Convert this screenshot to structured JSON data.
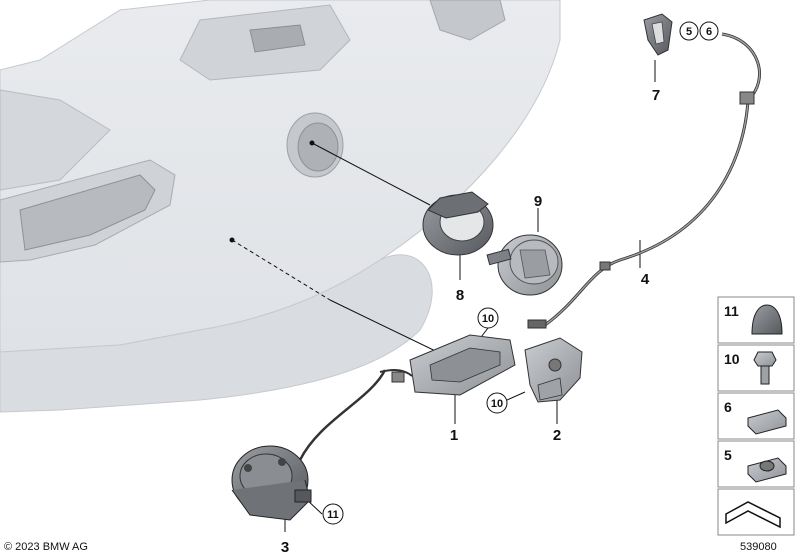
{
  "diagram": {
    "callouts": {
      "p1": "1",
      "p2": "2",
      "p3": "3",
      "p4": "4",
      "p7": "7",
      "p8": "8",
      "p9": "9"
    },
    "circled_callouts": {
      "c5": "5",
      "c6": "6",
      "c10_top": "10",
      "c10_bracket": "10",
      "c11_lock": "11"
    },
    "side_panel": {
      "items": [
        "11",
        "10",
        "6",
        "5"
      ]
    }
  },
  "footer": {
    "copyright": "© 2023 BMW AG",
    "diagram_number": "539080"
  }
}
